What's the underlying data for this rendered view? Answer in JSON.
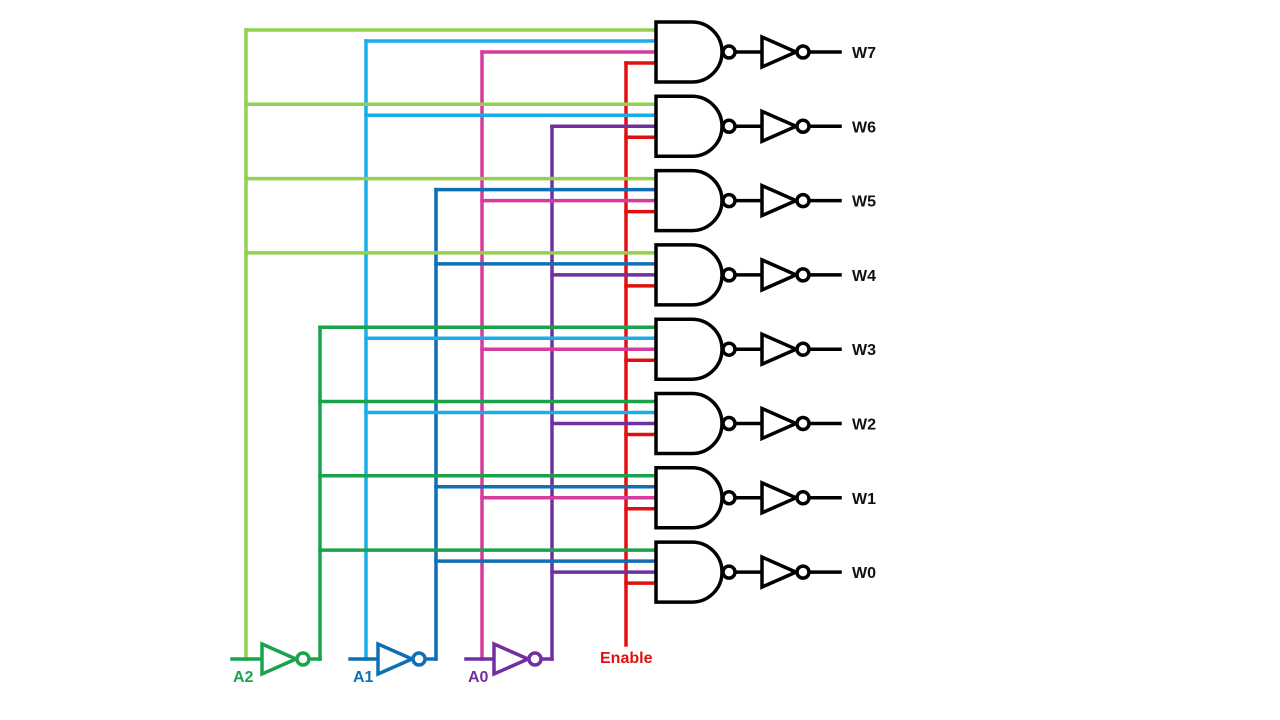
{
  "inputs": {
    "a2": {
      "label": "A2",
      "color": "#1aa34a",
      "true_color": "#92d050"
    },
    "a1": {
      "label": "A1",
      "color": "#0f6fb5",
      "true_color": "#19aee8"
    },
    "a0": {
      "label": "A0",
      "color": "#7030a0",
      "true_color": "#d63c9e"
    }
  },
  "enable": {
    "label": "Enable",
    "color": "#e01010"
  },
  "outputs": [
    {
      "label": "W7",
      "code": [
        1,
        1,
        1
      ]
    },
    {
      "label": "W6",
      "code": [
        1,
        1,
        0
      ]
    },
    {
      "label": "W5",
      "code": [
        1,
        0,
        1
      ]
    },
    {
      "label": "W4",
      "code": [
        1,
        0,
        0
      ]
    },
    {
      "label": "W3",
      "code": [
        0,
        1,
        1
      ]
    },
    {
      "label": "W2",
      "code": [
        0,
        1,
        0
      ]
    },
    {
      "label": "W1",
      "code": [
        0,
        0,
        1
      ]
    },
    {
      "label": "W0",
      "code": [
        0,
        0,
        0
      ]
    }
  ]
}
